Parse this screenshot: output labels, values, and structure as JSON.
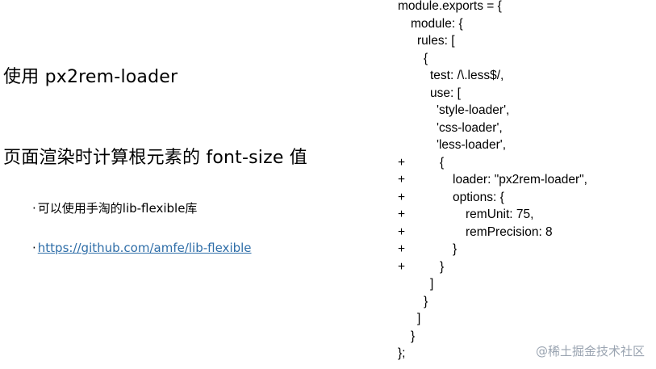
{
  "headings": {
    "h1": "使用 px2rem-loader",
    "h2": "页面渲染时计算根元素的 font-size 值"
  },
  "bullets": {
    "b1": "可以使用手淘的lib-flexible库",
    "b2": "https://github.com/amfe/lib-flexible",
    "bullet_char": "·"
  },
  "code": {
    "plus": "+",
    "lines": [
      "module.exports = {",
      "module: {",
      "rules: [",
      "{",
      "test: /\\.less$/,",
      "use: [",
      "'style-loader',",
      "'css-loader',",
      "'less-loader',",
      "{",
      "loader: \"px2rem-loader\",",
      "options: {",
      "remUnit: 75,",
      "remPrecision: 8",
      "}",
      "}",
      "]",
      "}",
      "]",
      "}",
      "};"
    ]
  },
  "watermark": "@稀土掘金技术社区",
  "colors": {
    "link": "#2f6ea8",
    "watermark": "#9aa4b1"
  }
}
